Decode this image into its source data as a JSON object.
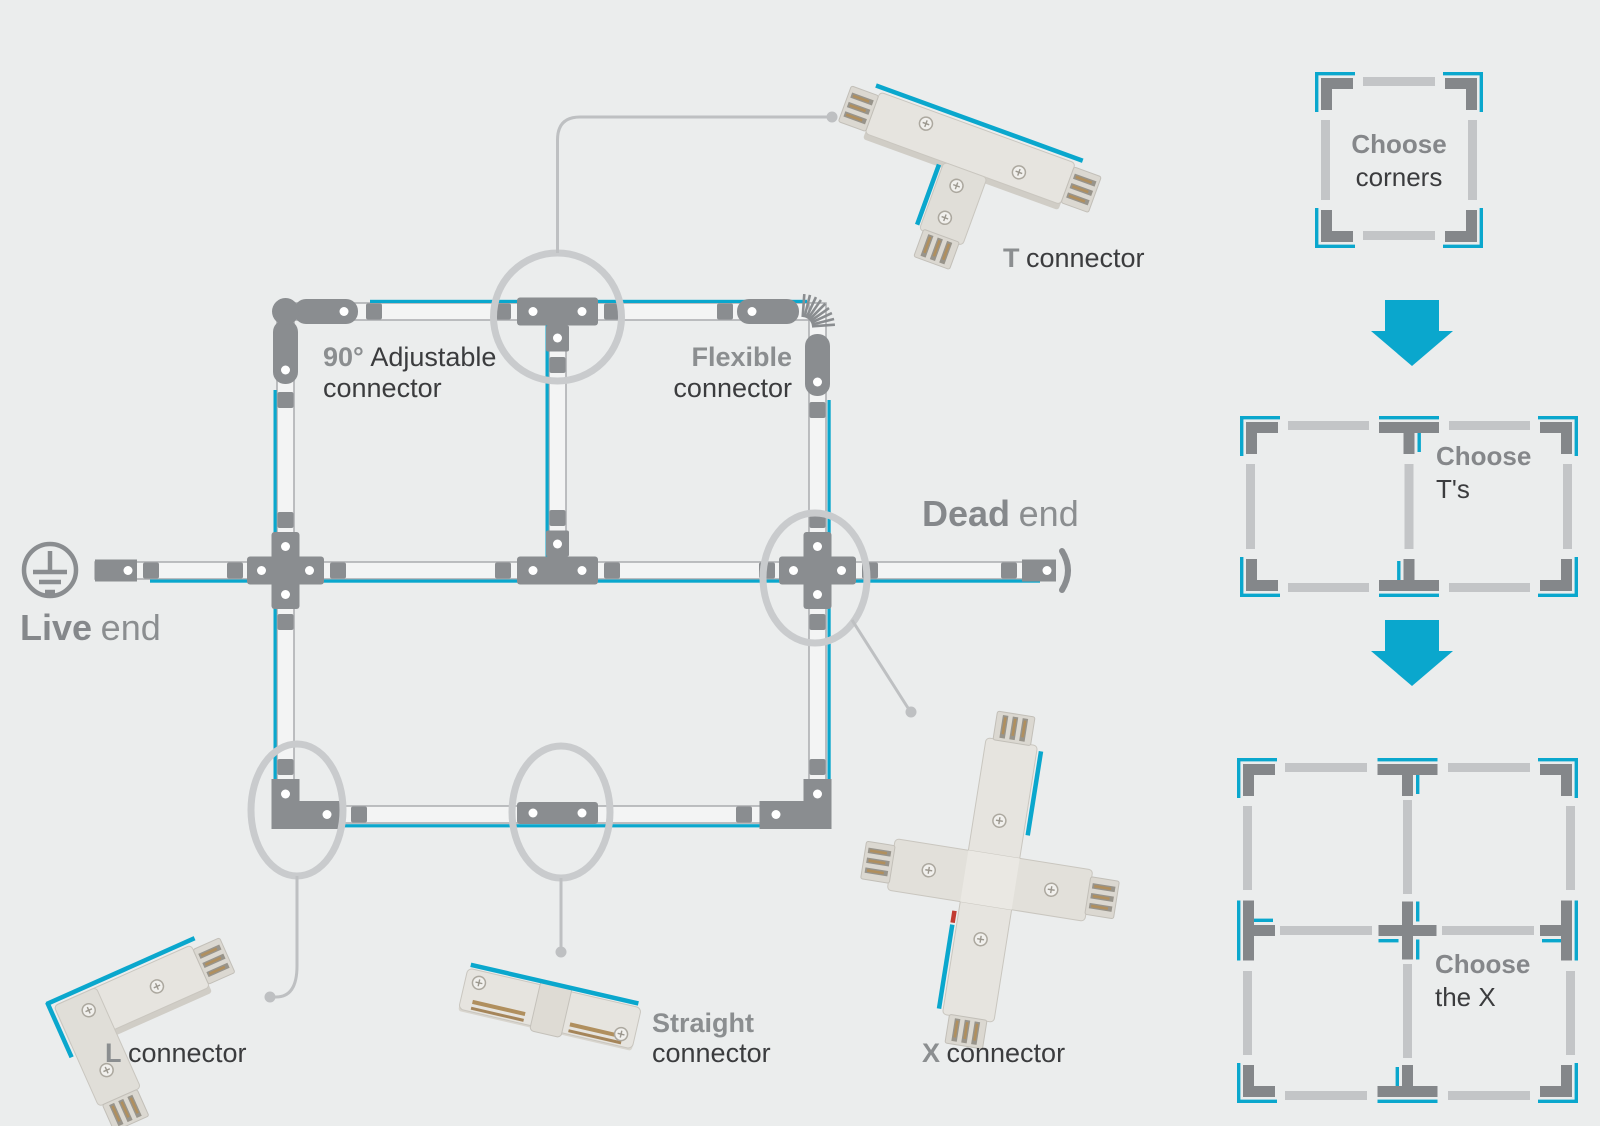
{
  "colors": {
    "accent_blue": "#0AA7CD",
    "connector_gray": "#8A8D90",
    "panel_dark_gray": "#84878A",
    "light_gray": "#C3C5C7",
    "background": "#EBEDED"
  },
  "diagram_labels": {
    "adjustable": {
      "lead": "90°",
      "rest": "Adjustable",
      "line2": "connector"
    },
    "flexible": {
      "lead": "Flexible",
      "line2": "connector"
    },
    "dead_end": {
      "lead": "Dead",
      "rest": "end"
    },
    "live_end": {
      "lead": "Live",
      "rest": "end"
    }
  },
  "product_labels": {
    "t": {
      "lead": "T",
      "rest": "connector"
    },
    "l": {
      "lead": "L",
      "rest": "connector"
    },
    "x": {
      "lead": "X",
      "rest": "connector"
    },
    "straight": {
      "lead": "Straight",
      "line2": "connector"
    }
  },
  "steps": {
    "step1": {
      "lead": "Choose",
      "rest": "corners"
    },
    "step2": {
      "lead": "Choose",
      "rest": "T's"
    },
    "step3": {
      "lead": "Choose",
      "rest": "the X"
    }
  }
}
